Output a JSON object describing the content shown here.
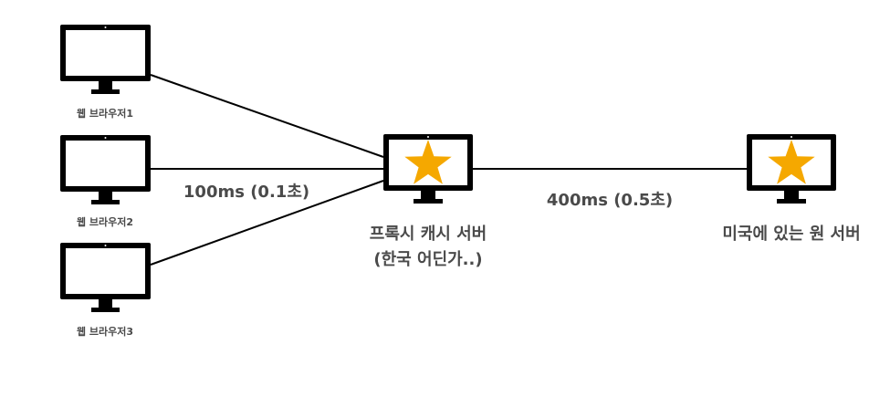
{
  "browsers": [
    {
      "label": "웹 브라우저1"
    },
    {
      "label": "웹 브라우저2"
    },
    {
      "label": "웹 브라우저3"
    }
  ],
  "proxy": {
    "line1": "프록시 캐시 서버",
    "line2": "(한국 어딘가..)"
  },
  "origin": {
    "label": "미국에 있는 원 서버"
  },
  "latency": {
    "browser_to_proxy": "100ms (0.1초)",
    "proxy_to_origin": "400ms (0.5초)"
  },
  "colors": {
    "monitor": "#000000",
    "star": "#f5a800",
    "text": "#4a4a4a",
    "line": "#000000"
  }
}
